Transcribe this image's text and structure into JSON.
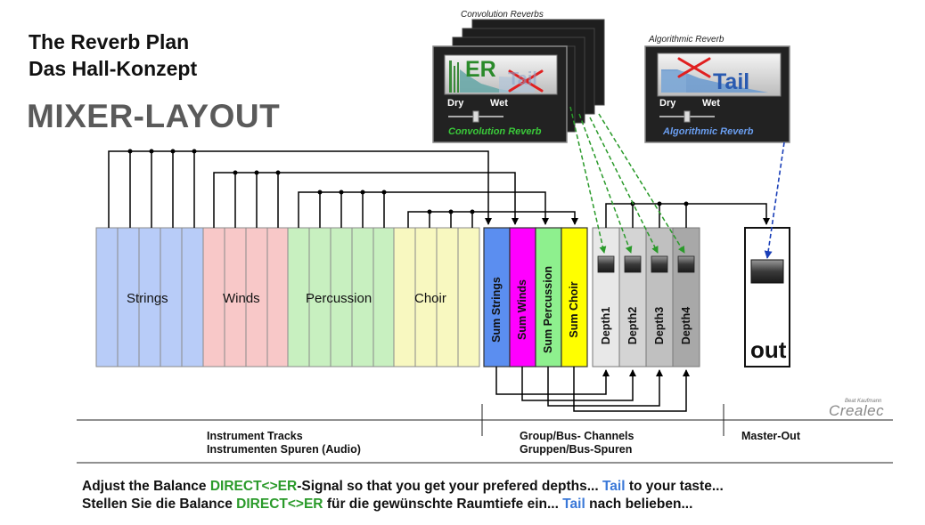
{
  "title": {
    "line1": "The Reverb Plan",
    "line2": "Das Hall-Konzept",
    "main": "MIXER-LAYOUT"
  },
  "plugins": {
    "convolution": {
      "caption": "Convolution Reverbs",
      "name": "Convolution Reverb",
      "er_label": "ER",
      "tail_label": "Tail",
      "dry": "Dry",
      "wet": "Wet"
    },
    "algorithmic": {
      "caption": "Algorithmic Reverb",
      "name": "Algorithmic Reverb",
      "tail_label": "Tail",
      "dry": "Dry",
      "wet": "Wet"
    }
  },
  "instrument_groups": [
    {
      "label": "Strings",
      "color": "#b8ccf8"
    },
    {
      "label": "Winds",
      "color": "#f8c8c8"
    },
    {
      "label": "Percussion",
      "color": "#c8f0c0"
    },
    {
      "label": "Choir",
      "color": "#f8f8c0"
    }
  ],
  "bus_channels": [
    {
      "label": "Sum Strings",
      "color": "#5b8ef0"
    },
    {
      "label": "Sum Winds",
      "color": "#ff00ff"
    },
    {
      "label": "Sum Percussion",
      "color": "#8ef08e"
    },
    {
      "label": "Sum Choir",
      "color": "#ffff00"
    }
  ],
  "depth_channels": [
    {
      "label": "Depth1",
      "color": "#e8e8e8"
    },
    {
      "label": "Depth2",
      "color": "#d4d4d4"
    },
    {
      "label": "Depth3",
      "color": "#c0c0c0"
    },
    {
      "label": "Depth4",
      "color": "#a8a8a8"
    }
  ],
  "master": {
    "label": "out"
  },
  "logo": {
    "small": "Beat Kaufmann",
    "main": "Crealec"
  },
  "footer": {
    "instrument_line1": "Instrument Tracks",
    "instrument_line2": "Instrumenten Spuren (Audio)",
    "group_line1": "Group/Bus- Channels",
    "group_line2": "Gruppen/Bus-Spuren",
    "master": "Master-Out"
  },
  "bottom_text": {
    "line1_a": "Adjust the Balance ",
    "line1_b": "DIRECT<>ER",
    "line1_c": "-Signal so that you get your prefered depths...  ",
    "line1_d": "Tail",
    "line1_e": " to your taste...",
    "line2_a": "Stellen Sie die Balance ",
    "line2_b": "DIRECT<>ER",
    "line2_c": " für die gewünschte Raumtiefe ein...  ",
    "line2_d": "Tail",
    "line2_e": " nach belieben..."
  }
}
